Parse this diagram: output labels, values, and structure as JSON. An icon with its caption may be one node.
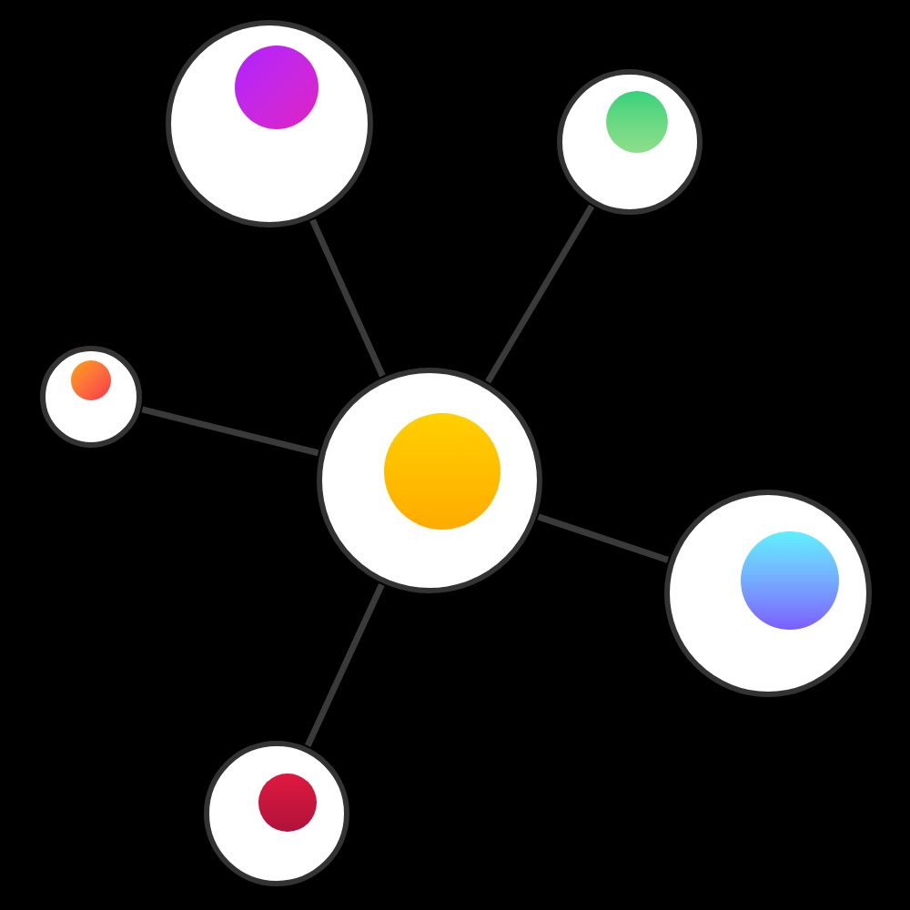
{
  "diagram": {
    "nodes": [
      {
        "text": [],
        "shape": "circle"
      },
      {
        "text": [],
        "shape": "circle"
      },
      {
        "text": [],
        "shape": "circle"
      },
      {
        "text": [],
        "shape": "circle"
      },
      {
        "text": [],
        "shape": "circle"
      },
      {
        "text": [],
        "shape": "circle"
      }
    ],
    "edges": [
      {
        "from": 3,
        "to": 0,
        "arrow": "none"
      },
      {
        "from": 3,
        "to": 1,
        "arrow": "none"
      },
      {
        "from": 3,
        "to": 2,
        "arrow": "none"
      },
      {
        "from": 3,
        "to": 4,
        "arrow": "none"
      },
      {
        "from": 3,
        "to": 5,
        "arrow": "none"
      }
    ]
  }
}
